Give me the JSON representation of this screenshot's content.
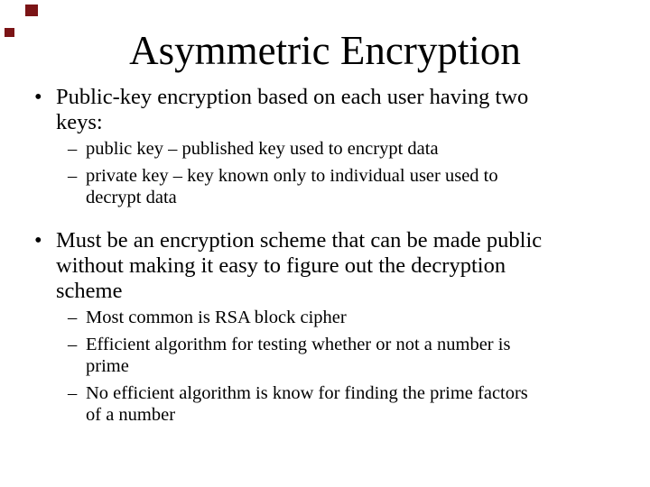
{
  "slide": {
    "title": "Asymmetric Encryption",
    "colors": {
      "background": "#ffffff",
      "text": "#000000",
      "corner_marker": "#7b1416"
    },
    "decorations": [
      {
        "name": "corner-marker-1",
        "color": "#7b1416"
      },
      {
        "name": "corner-marker-2",
        "color": "#7b1416"
      }
    ],
    "bullets": [
      {
        "marker": "•",
        "lines": [
          "Public-key encryption based on each user having two",
          "keys:"
        ],
        "sub_items": [
          {
            "marker": "–",
            "lines": [
              "public key – published key used to encrypt data"
            ]
          },
          {
            "marker": "–",
            "lines": [
              "private key – key known only to individual user used to",
              "decrypt data"
            ]
          }
        ]
      },
      {
        "marker": "•",
        "lines": [
          "Must be an encryption scheme that can be made public",
          "without making it easy to figure out the decryption",
          "scheme"
        ],
        "sub_items": [
          {
            "marker": "–",
            "lines": [
              "Most common is RSA block cipher"
            ]
          },
          {
            "marker": "–",
            "lines": [
              "Efficient algorithm for testing whether or not a number is",
              "prime"
            ]
          },
          {
            "marker": "–",
            "lines": [
              "No efficient algorithm is know for finding the prime factors",
              "of a number"
            ]
          }
        ]
      }
    ]
  }
}
